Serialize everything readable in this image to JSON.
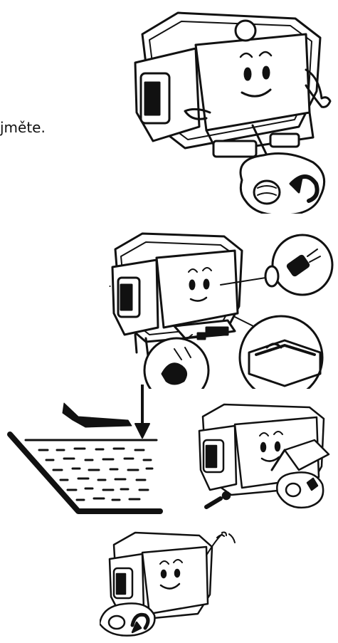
{
  "page": {
    "text_fragment": "jměte.",
    "text_fragment_2": "."
  },
  "illustrations": [
    {
      "name": "generator-remove-drain-plug"
    },
    {
      "name": "generator-oil-fill-detail"
    },
    {
      "name": "oil-level-cross-section"
    },
    {
      "name": "generator-refill-oil"
    },
    {
      "name": "generator-tighten-plug"
    }
  ],
  "colors": {
    "ink": "#111111",
    "paper": "#ffffff"
  }
}
